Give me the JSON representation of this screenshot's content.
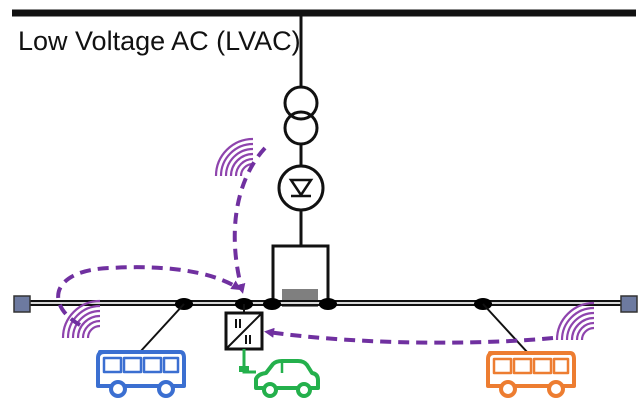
{
  "diagram": {
    "title": "Low Voltage AC (LVAC)",
    "colors": {
      "line": "#111111",
      "bus_node": "#000000",
      "terminal": "#6d7aa0",
      "transformer_box": "#7f7f7f",
      "comm_arrow": "#7030a0",
      "bus_left": "#3b6fd1",
      "ev_car": "#24b04c",
      "bus_right": "#ed7d31"
    },
    "components": {
      "transformer": "two-winding-transformer-icon",
      "rectifier": "rectifier-diode-icon",
      "converter": "dc-ac-converter-icon"
    },
    "vehicles": [
      {
        "type": "electric-bus",
        "color": "#3b6fd1"
      },
      {
        "type": "electric-car",
        "color": "#24b04c"
      },
      {
        "type": "electric-bus",
        "color": "#ed7d31"
      }
    ]
  }
}
